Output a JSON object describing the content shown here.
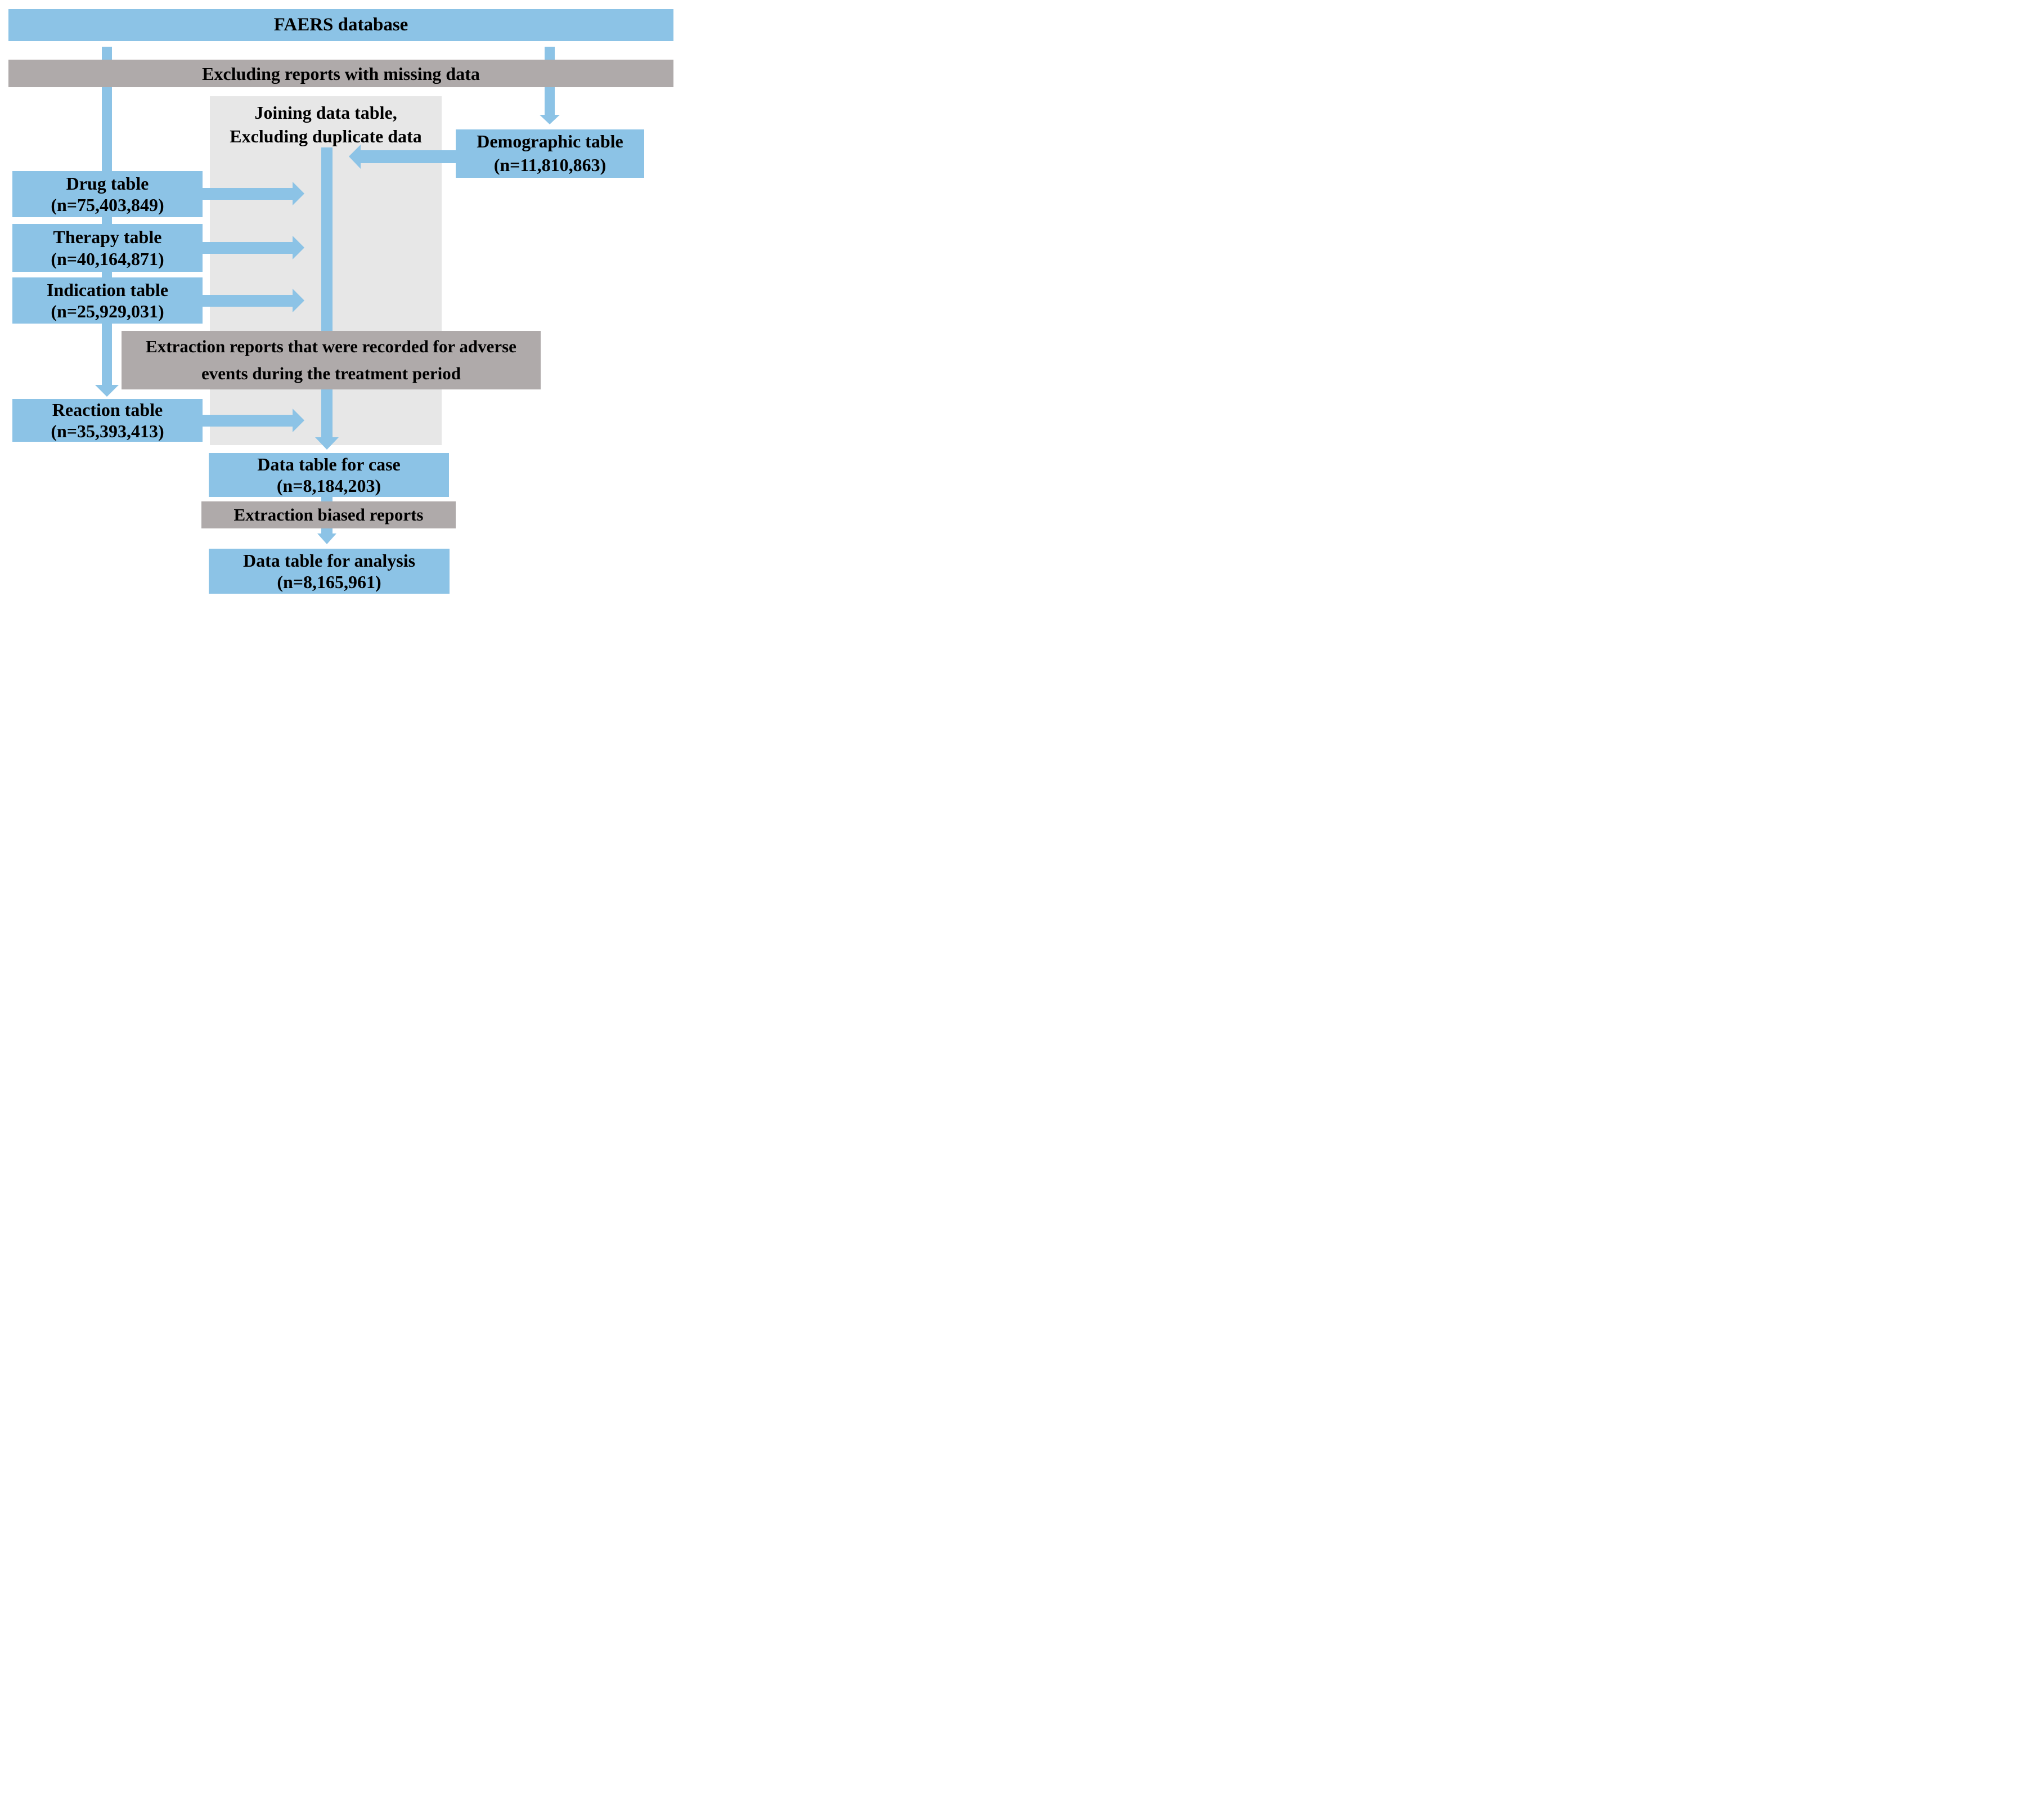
{
  "colors": {
    "box_blue": "#8cc3e6",
    "bar_gray": "#afaaaa",
    "panel_gray": "#e7e7e7",
    "text": "#000000",
    "background": "#ffffff"
  },
  "nodes": {
    "faers": {
      "label": "FAERS database"
    },
    "excluding_missing": {
      "label": "Excluding reports with missing data"
    },
    "joining": {
      "line1": "Joining data table,",
      "line2": "Excluding duplicate data"
    },
    "demographic": {
      "title": "Demographic table",
      "count": "(n=11,810,863)"
    },
    "drug": {
      "title": "Drug table",
      "count": "(n=75,403,849)"
    },
    "therapy": {
      "title": "Therapy table",
      "count": "(n=40,164,871)"
    },
    "indication": {
      "title": "Indication table",
      "count": "(n=25,929,031)"
    },
    "extraction_adverse": {
      "line1": "Extraction reports that were recorded for adverse",
      "line2": "events during the treatment period"
    },
    "reaction": {
      "title": "Reaction table",
      "count": "(n=35,393,413)"
    },
    "data_case": {
      "title": "Data table for case",
      "count": "(n=8,184,203)"
    },
    "extraction_biased": {
      "label": "Extraction biased reports"
    },
    "data_analysis": {
      "title": "Data table for analysis",
      "count": "(n=8,165,961)"
    }
  }
}
